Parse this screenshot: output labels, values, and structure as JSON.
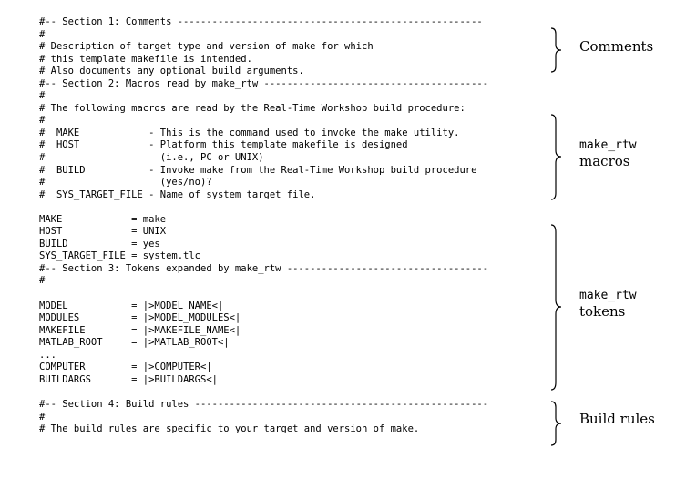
{
  "listing": {
    "lines": [
      "#-- Section 1: Comments -----------------------------------------------------",
      "#",
      "# Description of target type and version of make for which",
      "# this template makefile is intended.",
      "# Also documents any optional build arguments.",
      "#-- Section 2: Macros read by make_rtw ---------------------------------------",
      "#",
      "# The following macros are read by the Real-Time Workshop build procedure:",
      "#",
      "#  MAKE            - This is the command used to invoke the make utility.",
      "#  HOST            - Platform this template makefile is designed",
      "#                    (i.e., PC or UNIX)",
      "#  BUILD           - Invoke make from the Real-Time Workshop build procedure",
      "#                    (yes/no)?",
      "#  SYS_TARGET_FILE - Name of system target file.",
      "",
      "MAKE            = make",
      "HOST            = UNIX",
      "BUILD           = yes",
      "SYS_TARGET_FILE = system.tlc",
      "#-- Section 3: Tokens expanded by make_rtw -----------------------------------",
      "#",
      "",
      "MODEL           = |>MODEL_NAME<|",
      "MODULES         = |>MODEL_MODULES<|",
      "MAKEFILE        = |>MAKEFILE_NAME<|",
      "MATLAB_ROOT     = |>MATLAB_ROOT<|",
      "...",
      "COMPUTER        = |>COMPUTER<|",
      "BUILDARGS       = |>BUILDARGS<|",
      "",
      "#-- Section 4: Build rules ---------------------------------------------------",
      "#",
      "# The build rules are specific to your target and version of make."
    ]
  },
  "annotations": {
    "comments": "Comments",
    "macros_mono": "make_rtw",
    "macros_serif": "macros",
    "tokens_mono": "make_rtw",
    "tokens_serif": "tokens",
    "build_rules": "Build rules"
  }
}
